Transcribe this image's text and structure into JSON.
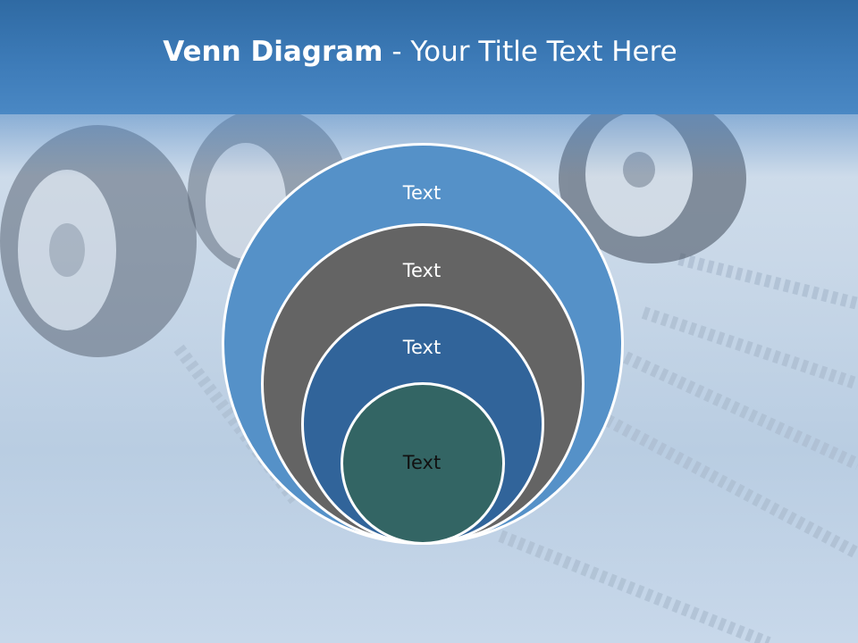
{
  "slide": {
    "title_bold": "Venn Diagram",
    "title_rest": " - Your Title Text Here"
  },
  "diagram": {
    "rings": [
      {
        "label": "Text",
        "color": "#5591c8"
      },
      {
        "label": "Text",
        "color": "#646464"
      },
      {
        "label": "Text",
        "color": "#31649a"
      },
      {
        "label": "Text",
        "color": "#336564"
      }
    ]
  },
  "colors": {
    "header": "#3d7bb8",
    "background": "#c9d8e8",
    "circle_border": "#ffffff"
  }
}
